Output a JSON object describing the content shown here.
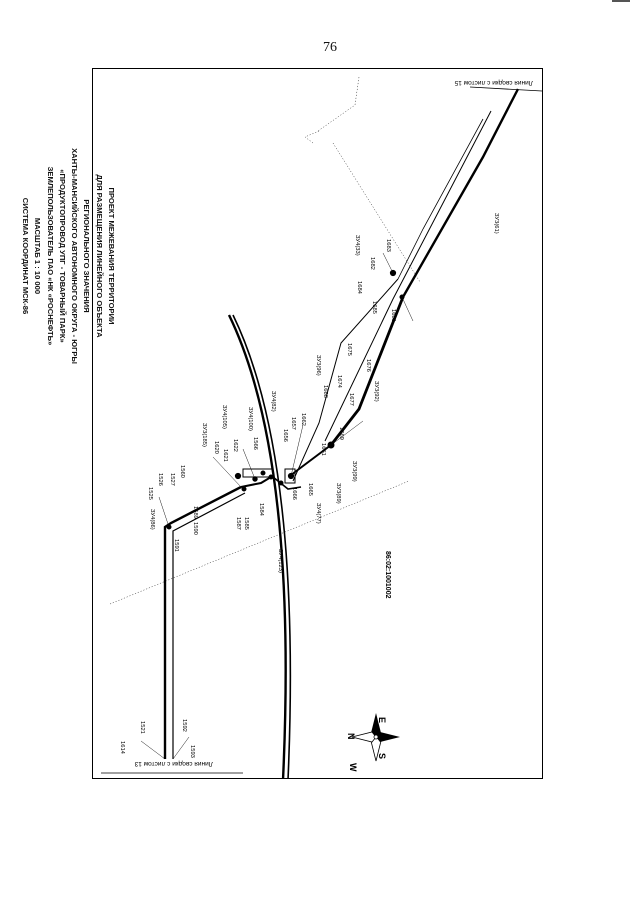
{
  "page": {
    "number": "76"
  },
  "title_block": {
    "lines": [
      "ПРОЕКТ МЕЖЕВАНИЯ ТЕРРИТОРИИ",
      "ДЛЯ РАЗМЕЩЕНИЯ ЛИНЕЙНОГО ОБЪЕКТА",
      "РЕГИОНАЛЬНОГО ЗНАЧЕНИЯ",
      "ХАНТЫ-МАНСИЙСКОГО АВТОНОМНОГО ОКРУГА - ЮГРЫ",
      "«ПРОДУКТОПРОВОД УПГ - ТОВАРНЫЙ ПАРК»",
      "ЗЕМЛЕПОЛЬЗОВАТЕЛЬ ПАО «НК «РОСНЕФТЬ»",
      "МАСШТАБ 1 : 10 000",
      "СИСТЕМА КООРДИНАТ МСК-86"
    ]
  },
  "match_lines": {
    "sheet13": "Линия сводки с листом 13",
    "sheet15": "Линия сводки с листом 15"
  },
  "cadastral_block": "86:02:1001002",
  "compass": {
    "north": "N",
    "south": "S",
    "east": "E",
    "west": "W"
  },
  "point_labels": [
    {
      "id": "p1614",
      "text": "1614"
    },
    {
      "id": "p1521",
      "text": "1521"
    },
    {
      "id": "p1592",
      "text": "1592"
    },
    {
      "id": "p1593",
      "text": "1593"
    },
    {
      "id": "p1591",
      "text": "1591"
    },
    {
      "id": "p1590",
      "text": "1590"
    },
    {
      "id": "p1589",
      "text": "1589"
    },
    {
      "id": "p1525",
      "text": "1525"
    },
    {
      "id": "p1526",
      "text": "1526"
    },
    {
      "id": "p1527",
      "text": "1527"
    },
    {
      "id": "p1560",
      "text": "1560"
    },
    {
      "id": "p1587",
      "text": "1587"
    },
    {
      "id": "p1585",
      "text": "1585"
    },
    {
      "id": "p1584",
      "text": "1584"
    },
    {
      "id": "p1620",
      "text": "1620"
    },
    {
      "id": "p1621",
      "text": "1621"
    },
    {
      "id": "p1622",
      "text": "1622"
    },
    {
      "id": "p1566",
      "text": "1566"
    },
    {
      "id": "p1656",
      "text": "1656"
    },
    {
      "id": "p1657",
      "text": "1657"
    },
    {
      "id": "p1662",
      "text": "1662"
    },
    {
      "id": "p1666",
      "text": "1666"
    },
    {
      "id": "p1665",
      "text": "1665"
    },
    {
      "id": "p1661",
      "text": "1661"
    },
    {
      "id": "p1669",
      "text": "1669"
    },
    {
      "id": "p1668",
      "text": "1668"
    },
    {
      "id": "p1674",
      "text": "1674"
    },
    {
      "id": "p1677",
      "text": "1677"
    },
    {
      "id": "p1675",
      "text": "1675"
    },
    {
      "id": "p1676",
      "text": "1676"
    },
    {
      "id": "p1684",
      "text": "1684"
    },
    {
      "id": "p1685",
      "text": "1685"
    },
    {
      "id": "p1681",
      "text": "1681"
    },
    {
      "id": "p1682",
      "text": "1682"
    },
    {
      "id": "p1683",
      "text": "1683"
    }
  ],
  "parcel_labels": [
    {
      "id": "zu4_86",
      "text": "ЗУ4(86)"
    },
    {
      "id": "zu3_185",
      "text": "ЗУ3(185)"
    },
    {
      "id": "zu4_105",
      "text": "ЗУ4(105)"
    },
    {
      "id": "zu4_100",
      "text": "ЗУ4(100)"
    },
    {
      "id": "zu4_82",
      "text": "ЗУ4(82)"
    },
    {
      "id": "zu4_123",
      "text": "ЗУ4(123)"
    },
    {
      "id": "zu4_77",
      "text": "ЗУ4(77)"
    },
    {
      "id": "zu3_89",
      "text": "ЗУ3(89)"
    },
    {
      "id": "zu3_99",
      "text": "ЗУ3(99)"
    },
    {
      "id": "zu3_96",
      "text": "ЗУ3(96)"
    },
    {
      "id": "zu3_92",
      "text": "ЗУ3(92)"
    },
    {
      "id": "zu4_33",
      "text": "ЗУ4(33)"
    },
    {
      "id": "zu3_61",
      "text": "ЗУ3(61)"
    }
  ]
}
